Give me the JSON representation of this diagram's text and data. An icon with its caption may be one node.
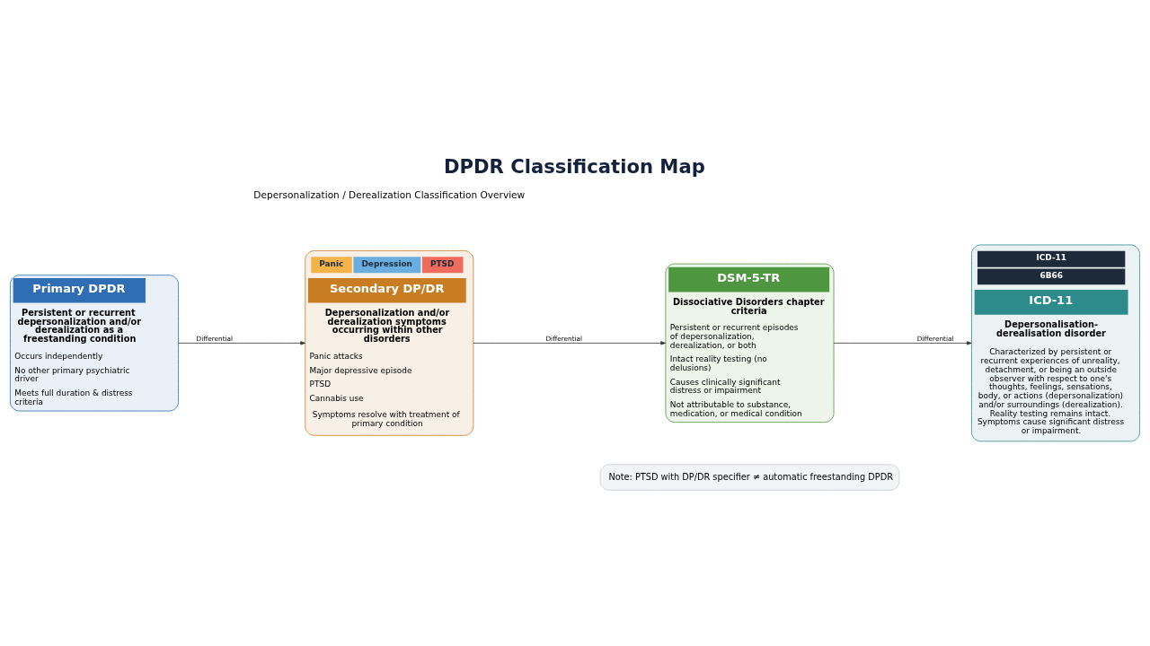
{
  "diagram": {
    "title": "DPDR Classification Map",
    "nodes": [
      {
        "text": [
          "Primary DPDR",
          "Persistent or recurrent depersonalization and/or derealization as a freestanding condition",
          "Occurs independently",
          "No other primary psychiatric driver",
          "Meets full duration & distress criteria"
        ]
      },
      {
        "text": [
          "Panic",
          "Depression",
          "PTSD",
          "Secondary DP/DR",
          "Depersonalization and/or derealization symptoms occurring within other disorders",
          "Panic attacks",
          "Major depressive episode",
          "PTSD",
          "Cannabis use",
          "Symptoms resolve with treatment of primary condition"
        ]
      },
      {
        "text": [
          "DSM-5-TR",
          "Dissociative Disorders chapter criteria",
          "Persistent or recurrent episodes of depersonalization, derealization, or both",
          "Intact reality testing (no delusions)",
          "Causes clinically significant distress or impairment",
          "Not attributable to substance, medication, or medical condition"
        ]
      },
      {
        "text": [
          "ICD-11",
          "6B66",
          "ICD-11",
          "Depersonalisation-derealisation disorder",
          "Characterized by persistent or recurrent experiences of unreality, detachment, or being an outside observer with respect to one's thoughts, feelings, sensations, body, or actions (depersonalization) and/or surroundings (derealization). Reality testing remains intact. Symptoms cause significant distress or impairment."
        ]
      },
      {
        "text": [
          "Note: PTSD with DP/DR specifier ≠ automatic freestanding DPDR"
        ]
      }
    ],
    "edges": [
      {
        "from": 0,
        "to": 1,
        "arrow": "to",
        "label": "Differential"
      },
      {
        "from": 1,
        "to": 2,
        "arrow": "to",
        "label": "Differential"
      },
      {
        "from": 2,
        "to": 3,
        "arrow": "to",
        "label": "Differential"
      }
    ],
    "labels": [
      "Depersonalization / Derealization Classification Overview"
    ]
  }
}
